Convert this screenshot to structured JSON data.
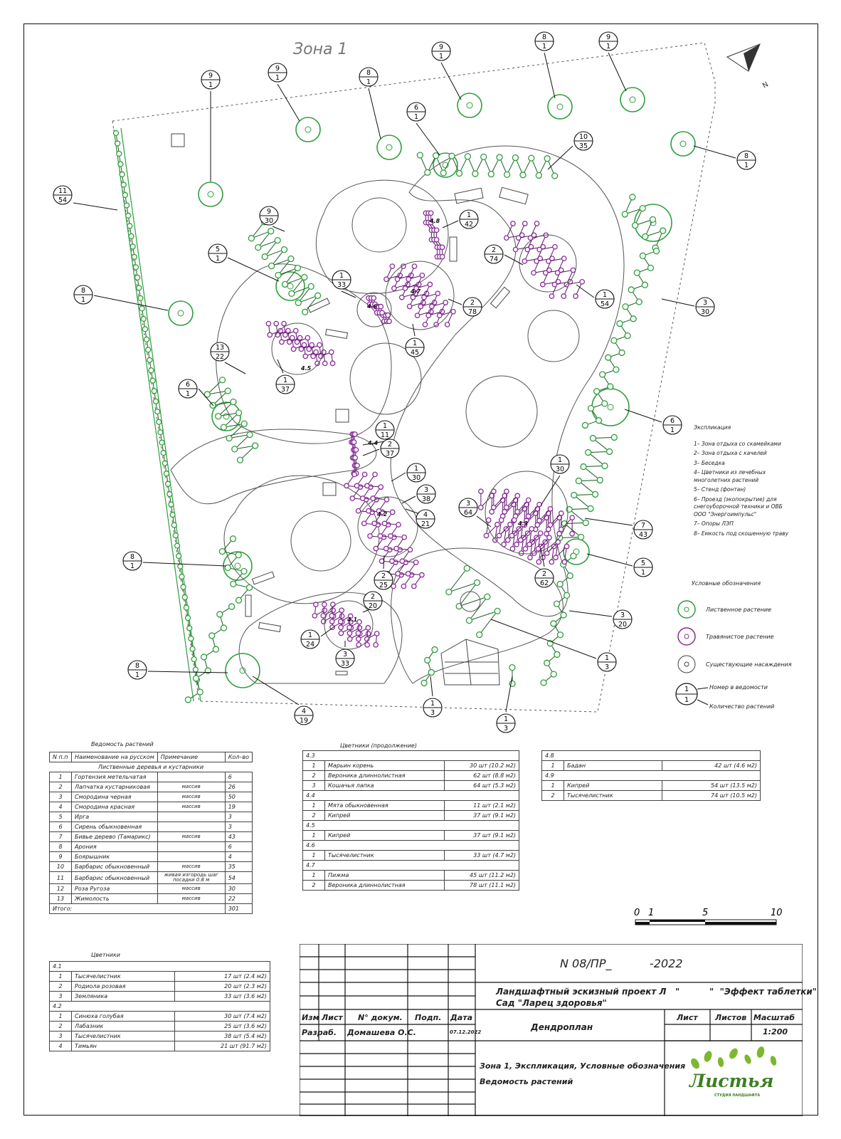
{
  "plan": {
    "zone_title": "Зона 1",
    "compass": "N",
    "scale_bar": {
      "ticks": [
        "0",
        "1",
        "5",
        "10"
      ]
    },
    "markers": [
      {
        "num": "9",
        "qty": "1"
      },
      {
        "num": "9",
        "qty": "1"
      },
      {
        "num": "8",
        "qty": "1"
      },
      {
        "num": "9",
        "qty": "1"
      },
      {
        "num": "8",
        "qty": "1"
      },
      {
        "num": "9",
        "qty": "1"
      },
      {
        "num": "6",
        "qty": "1"
      },
      {
        "num": "10",
        "qty": "35"
      },
      {
        "num": "8",
        "qty": "1"
      },
      {
        "num": "11",
        "qty": "54"
      },
      {
        "num": "9",
        "qty": "30"
      },
      {
        "num": "5",
        "qty": "1"
      },
      {
        "num": "1",
        "qty": "42"
      },
      {
        "num": "2",
        "qty": "74"
      },
      {
        "num": "1",
        "qty": "33"
      },
      {
        "num": "8",
        "qty": "1"
      },
      {
        "num": "2",
        "qty": "78"
      },
      {
        "num": "1",
        "qty": "54"
      },
      {
        "num": "3",
        "qty": "30"
      },
      {
        "num": "1",
        "qty": "45"
      },
      {
        "num": "13",
        "qty": "22"
      },
      {
        "num": "1",
        "qty": "37"
      },
      {
        "num": "6",
        "qty": "1"
      },
      {
        "num": "6",
        "qty": "1"
      },
      {
        "num": "1",
        "qty": "11"
      },
      {
        "num": "2",
        "qty": "37"
      },
      {
        "num": "1",
        "qty": "30"
      },
      {
        "num": "1",
        "qty": "30"
      },
      {
        "num": "3",
        "qty": "38"
      },
      {
        "num": "3",
        "qty": "64"
      },
      {
        "num": "4",
        "qty": "21"
      },
      {
        "num": "7",
        "qty": "43"
      },
      {
        "num": "8",
        "qty": "1"
      },
      {
        "num": "5",
        "qty": "1"
      },
      {
        "num": "2",
        "qty": "25"
      },
      {
        "num": "2",
        "qty": "62"
      },
      {
        "num": "2",
        "qty": "20"
      },
      {
        "num": "3",
        "qty": "20"
      },
      {
        "num": "1",
        "qty": "24"
      },
      {
        "num": "3",
        "qty": "33"
      },
      {
        "num": "1",
        "qty": "3"
      },
      {
        "num": "8",
        "qty": "1"
      },
      {
        "num": "4",
        "qty": "19"
      },
      {
        "num": "1",
        "qty": "3"
      },
      {
        "num": "1",
        "qty": "3"
      }
    ],
    "bed_labels": [
      "4.8",
      "4.7",
      "4.6",
      "4.5",
      "4.4",
      "4.2",
      "4.3",
      "4.1"
    ]
  },
  "explication": {
    "title": "Экспликация",
    "items": [
      "1– Зона отдыха со скамейками",
      "2– Зона отдыха с качелей",
      "3– Беседка",
      "4– Цветники из лечебных многолетних растений",
      "5– Стенд (фонтан)",
      "6– Проезд (экопокрытие) для снегоуборочной техники и ОВБ ООО \"Энергоимпульс\"",
      "7– Опоры ЛЭП",
      "8– Емкость под скошенную траву"
    ]
  },
  "legend": {
    "title": "Условные обозначения",
    "items": [
      {
        "label": "Лиственное растение",
        "color": "#2e9e3a"
      },
      {
        "label": "Травянистое растение",
        "color": "#8a2a9a"
      },
      {
        "label": "Существующие насаждения",
        "color": "#444444"
      }
    ],
    "marker_num": "1",
    "marker_qty": "1",
    "marker_num_label": "Номер в ведомости",
    "marker_qty_label": "Количество растений"
  },
  "vedomost": {
    "title": "Ведомость растений",
    "headers": [
      "N п.п",
      "Наименование на русском",
      "Примечание",
      "Кол–во"
    ],
    "section": "Лиственные деревья и кустарники",
    "rows": [
      [
        "1",
        "Гортензия метельчатая",
        "",
        "6"
      ],
      [
        "2",
        "Лапчатка кустарниковая",
        "массив",
        "26"
      ],
      [
        "3",
        "Смородина черная",
        "массив",
        "50"
      ],
      [
        "4",
        "Смородина красная",
        "массив",
        "19"
      ],
      [
        "5",
        "Ирга",
        "",
        "3"
      ],
      [
        "6",
        "Сирень обыкновенная",
        "",
        "3"
      ],
      [
        "7",
        "Бивье дерево (Тамарикс)",
        "массив",
        "43"
      ],
      [
        "8",
        "Арония",
        "",
        "6"
      ],
      [
        "9",
        "Боярышник",
        "",
        "4"
      ],
      [
        "10",
        "Барбарис обыкновенный",
        "массив",
        "35"
      ],
      [
        "11",
        "Барбарис обыкновенный",
        "живая изгородь шаг посадки 0.8 м",
        "54"
      ],
      [
        "12",
        "Роза Ругоза",
        "массив",
        "30"
      ],
      [
        "13",
        "Жимолость",
        "массив",
        "22"
      ]
    ],
    "total_label": "Итого:",
    "total": "301"
  },
  "flowerbeds": {
    "title": "Цветники",
    "groups": [
      {
        "id": "4.1",
        "rows": [
          [
            "1",
            "Тысячелистник",
            "17 шт (2.4 м2)"
          ],
          [
            "2",
            "Родиола розовая",
            "20 шт (2.3 м2)"
          ],
          [
            "3",
            "Земляника",
            "33 шт (3.6 м2)"
          ]
        ]
      },
      {
        "id": "4.2",
        "rows": [
          [
            "1",
            "Синюха голубая",
            "30 шт (7.4 м2)"
          ],
          [
            "2",
            "Лабазник",
            "25 шт (3.6 м2)"
          ],
          [
            "3",
            "Тысячелистник",
            "38 шт (5.4 м2)"
          ],
          [
            "4",
            "Тимьян",
            "21 шт (91.7 м2)"
          ]
        ]
      }
    ]
  },
  "flowerbeds_cont": {
    "title": "Цветники (продолжение)",
    "groups": [
      {
        "id": "4.3",
        "rows": [
          [
            "1",
            "Марьин корень",
            "30 шт (10.2 м2)"
          ],
          [
            "2",
            "Вероника длиннолистная",
            "62 шт (8.8 м2)"
          ],
          [
            "3",
            "Кошачья лапка",
            "64 шт (5.3 м2)"
          ]
        ]
      },
      {
        "id": "4.4",
        "rows": [
          [
            "1",
            "Мята обыкновенная",
            "11 шт (2.1 м2)"
          ],
          [
            "2",
            "Кипрей",
            "37 шт (9.1 м2)"
          ]
        ]
      },
      {
        "id": "4.5",
        "rows": [
          [
            "1",
            "Кипрей",
            "37 шт (9.1 м2)"
          ]
        ]
      },
      {
        "id": "4.6",
        "rows": [
          [
            "1",
            "Тысячелистник",
            "33 шт (4.7 м2)"
          ]
        ]
      },
      {
        "id": "4.7",
        "rows": [
          [
            "1",
            "Пижма",
            "45 шт (11.2 м2)"
          ],
          [
            "2",
            "Вероника длиннолистная",
            "78 шт (11.1 м2)"
          ]
        ]
      }
    ]
  },
  "flowerbeds_right": {
    "groups": [
      {
        "id": "4.8",
        "rows": [
          [
            "1",
            "Бадан",
            "42 шт (4.6 м2)"
          ]
        ]
      },
      {
        "id": "4.9",
        "rows": [
          [
            "1",
            "Кипрей",
            "54 шт (13.5 м2)"
          ],
          [
            "2",
            "Тысячелистник",
            "74 шт (10.5 м2)"
          ]
        ]
      }
    ]
  },
  "stamp": {
    "doc_number": "N 08/ПР_",
    "year": "-2022",
    "project_line1": "Ландшафтный эскизный проект Л   \"          \"  \"Эффект таблетки\"",
    "project_line2": "Сад \"Ларец здоровья\"",
    "col_izm": "Изм",
    "col_list": "Лист",
    "col_doc": "N° докум.",
    "col_sign": "Подп.",
    "col_date": "Дата",
    "role": "Разраб.",
    "author": "Домашева О.С.",
    "date": "07.12.2022",
    "sheet_title": "Дендроплан",
    "h_list": "Лист",
    "h_listov": "Листов",
    "h_scale": "Масштаб",
    "scale": "1:200",
    "description_line1": "Зона 1, Экспликация, Условные обозначения",
    "description_line2": "Ведомость растений",
    "logo_text": "Листья",
    "logo_sub": "СТУДИЯ ЛАНДШАФТА"
  }
}
